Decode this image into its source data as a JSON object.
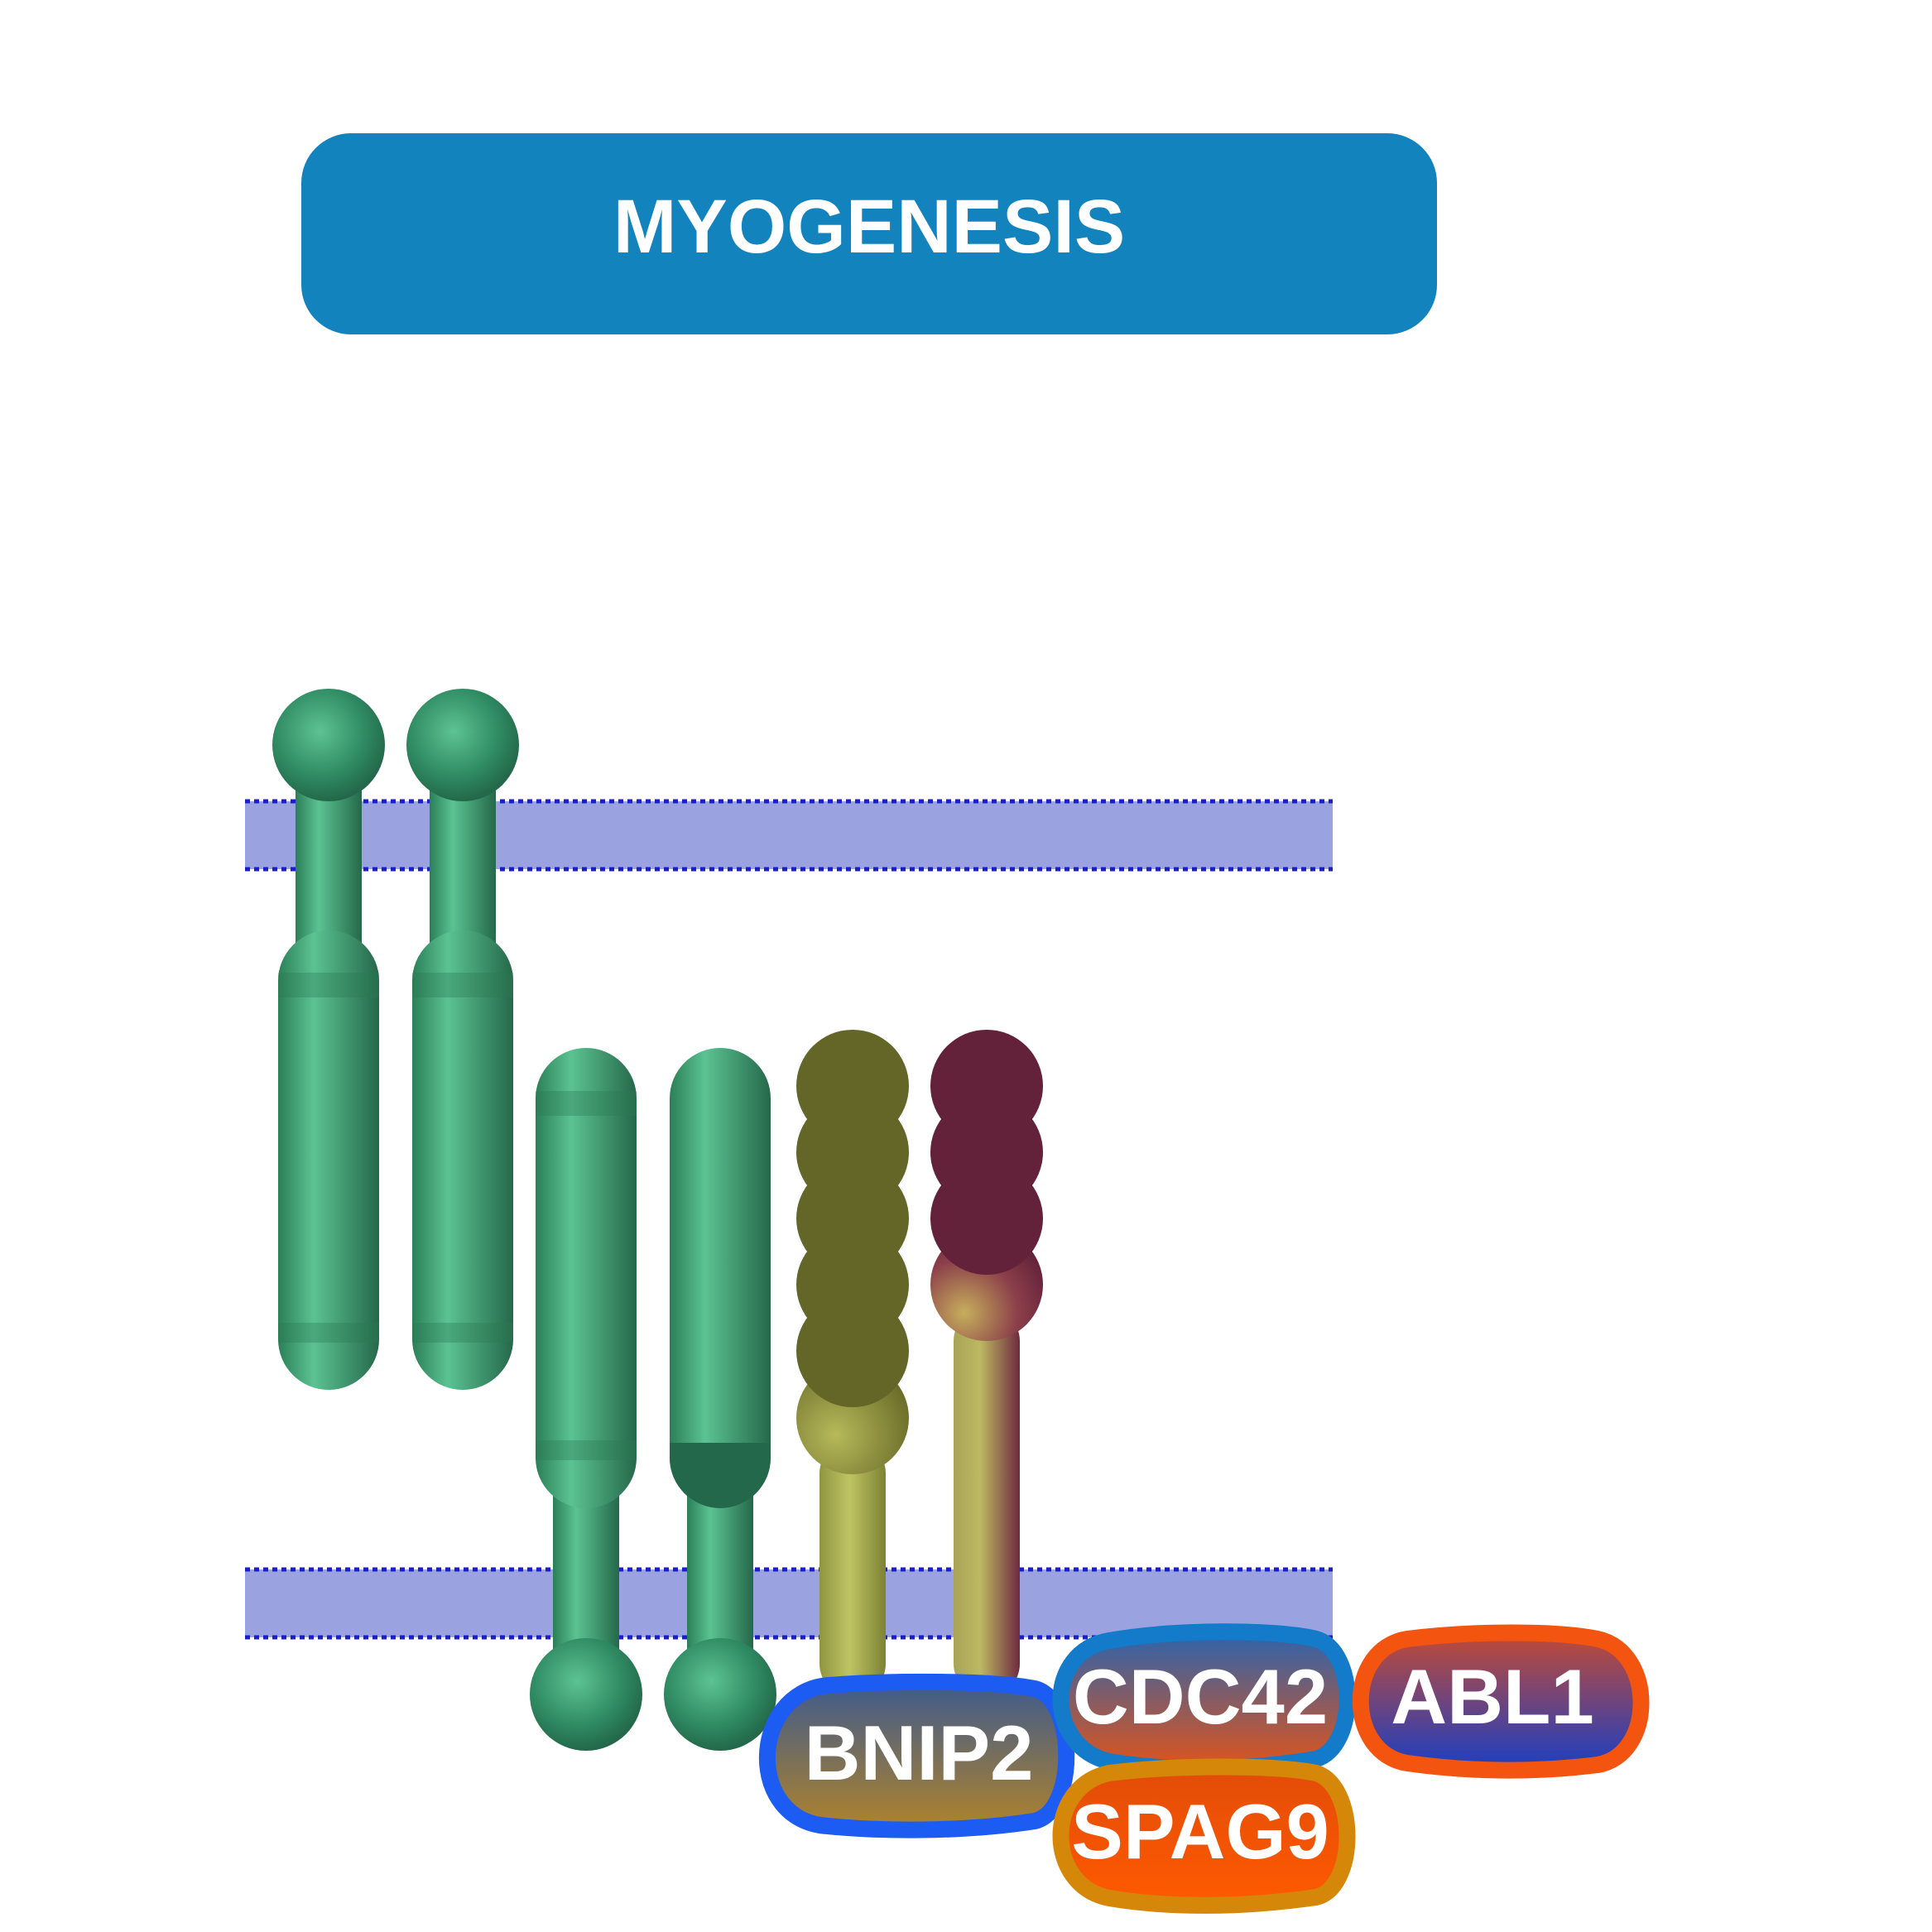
{
  "title": "MYOGENESIS",
  "proteins": {
    "bnip2": "BNIP2",
    "cdc42": "CDC42",
    "abl1": "ABL1",
    "spag9": "SPAG9"
  },
  "colors": {
    "title_box": "#1283BC",
    "membrane": "#9AA3E0",
    "membrane_edge": "#1B1FC8",
    "receptor_green": "#2E8A62",
    "olive_domain": "#636626",
    "maroon_domain": "#64223A",
    "bnip2_border": "#1D5CF2",
    "cdc42_border": "#137BC9",
    "abl1_border": "#F3540F",
    "spag9_border": "#D5870A"
  }
}
